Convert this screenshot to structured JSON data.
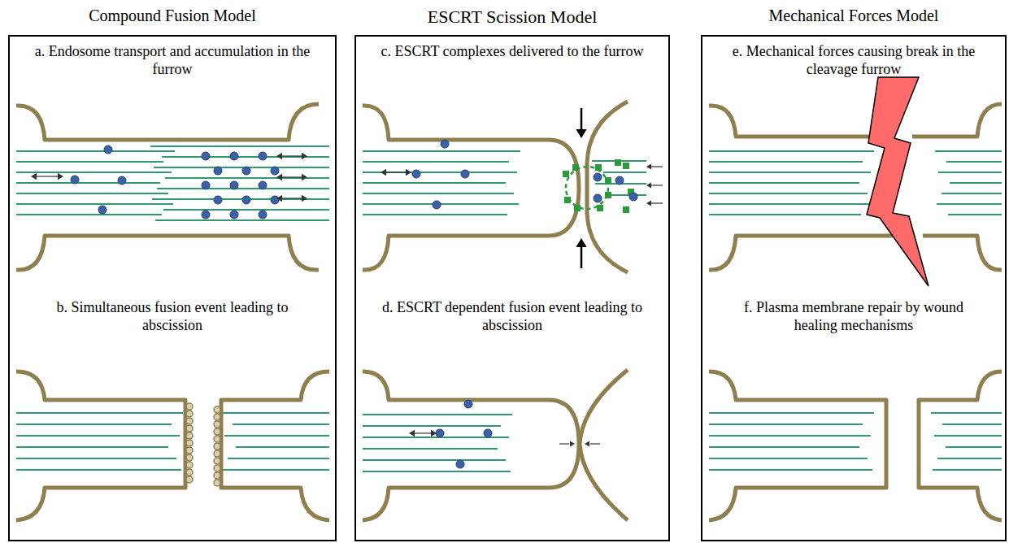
{
  "diagram": {
    "nodes": [
      {
        "text": [
          "Compound Fusion Model",
          "a. Endosome transport and accumulation in the furrow",
          "b. Simultaneous fusion event leading to abscission"
        ]
      },
      {
        "text": [
          "ESCRT Scission Model",
          "c. ESCRT complexes delivered to the furrow",
          "d. ESCRT dependent fusion event leading to abscission"
        ]
      },
      {
        "text": [
          "Mechanical Forces Model",
          "e. Mechanical forces causing break in the cleavage furrow",
          "f. Plasma membrane repair by wound healing mechanisms"
        ]
      }
    ]
  }
}
